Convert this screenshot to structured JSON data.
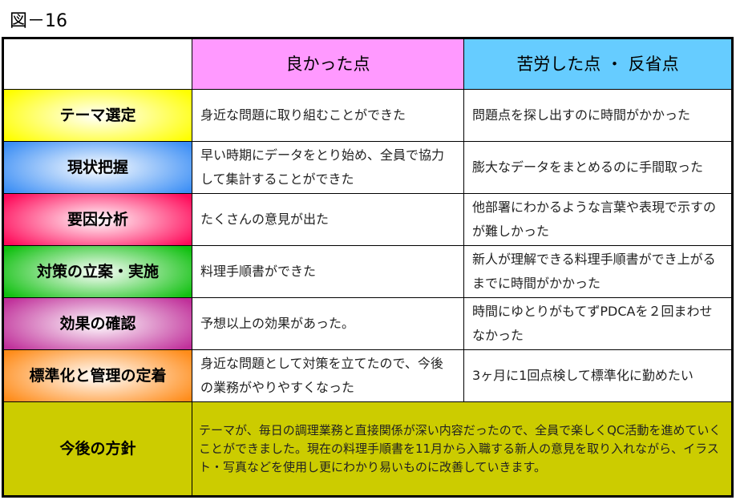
{
  "figure_title": "図－16",
  "header": {
    "good": "良かった点",
    "hard": "苦労した点 ・ 反省点"
  },
  "colors": {
    "good_header": "#ff99ff",
    "hard_header": "#66ccff",
    "summary": "#cccc00"
  },
  "rows": [
    {
      "label": "テーマ選定",
      "color": "#ffff00",
      "good": "身近な問題に取り組むことができた",
      "hard": "問題点を探し出すのに時間がかかった"
    },
    {
      "label": "現状把握",
      "color": "#3d8ff5",
      "good": "早い時期にデータをとり始め、全員で協力して集計することができた",
      "hard": "膨大なデータをまとめるのに手間取った"
    },
    {
      "label": "要因分析",
      "color": "#ff0a5a",
      "good": "たくさんの意見が出た",
      "hard": "他部署にわかるような言葉や表現で示すのが難しかった"
    },
    {
      "label": "対策の立案・実施",
      "color": "#10c010",
      "good": "料理手順書ができた",
      "hard": "新人が理解できる料理手順書ができ上がるまでに時間がかかった"
    },
    {
      "label": "効果の確認",
      "color": "#c0309a",
      "good": "予想以上の効果があった。",
      "hard": "時間にゆとりがもてずPDCAを２回まわせなかった"
    },
    {
      "label": "標準化と管理の定着",
      "color": "#ff8c1a",
      "good": "身近な問題として対策を立てたので、今後の業務がやりやすくなった",
      "hard": "3ヶ月に1回点検して標準化に勤めたい"
    }
  ],
  "summary": {
    "label": "今後の方針",
    "text": "テーマが、毎日の調理業務と直接関係が深い内容だったので、全員で楽しくQC活動を進めていくことができました。現在の料理手順書を11月から入職する新人の意見を取り入れながら、イラスト・写真などを使用し更にわかり易いものに改善していきます。"
  }
}
